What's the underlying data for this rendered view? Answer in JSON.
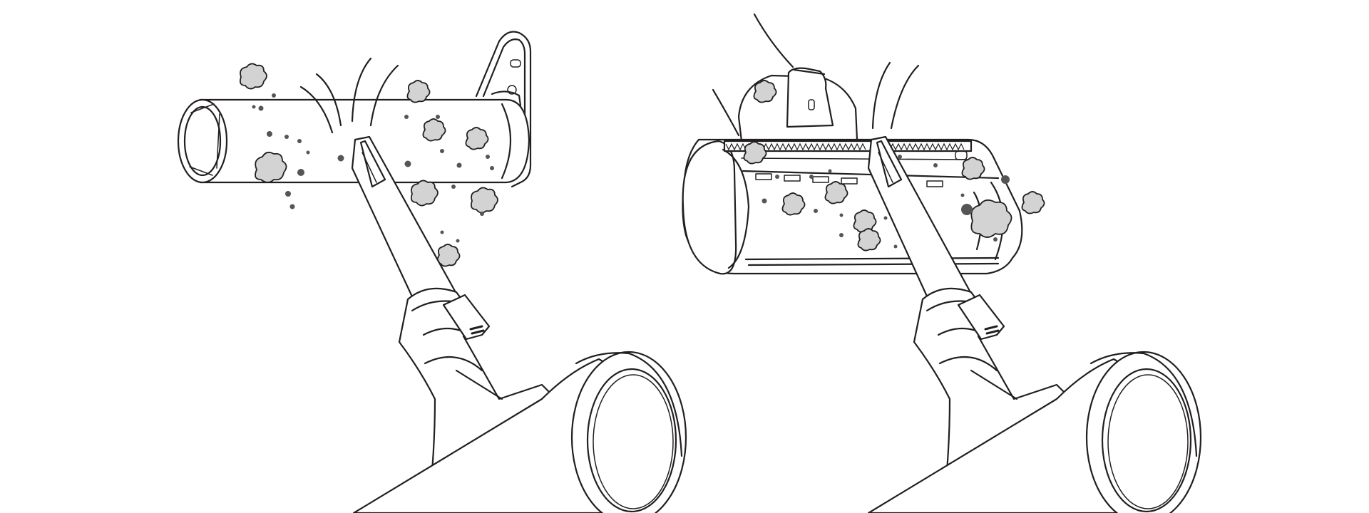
{
  "illustration": {
    "panels": [
      {
        "id": "left",
        "subject": "crevice-tool-cleaning-wand-tube"
      },
      {
        "id": "right",
        "subject": "crevice-tool-cleaning-floor-brush-head"
      }
    ],
    "colors": {
      "line": "#231f20",
      "background": "#ffffff",
      "dust": "#d3d3d3",
      "speck": "#555555"
    },
    "icons": [
      "vacuum-handle-icon",
      "crevice-tool-icon",
      "tube-icon",
      "brush-head-icon",
      "hand-icon",
      "dust-icon"
    ]
  }
}
